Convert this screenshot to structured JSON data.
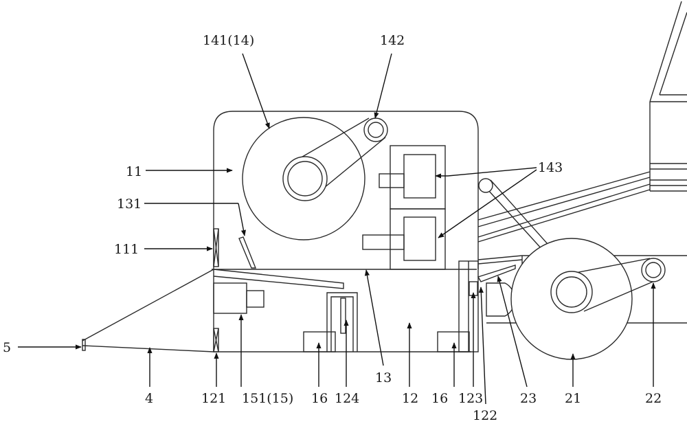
{
  "diagram": {
    "labels": {
      "l_141": "141(14)",
      "l_142": "142",
      "l_11": "11",
      "l_143": "143",
      "l_131": "131",
      "l_111": "111",
      "l_5": "5",
      "l_4": "4",
      "l_121": "121",
      "l_151": "151(15)",
      "l_16a": "16",
      "l_124": "124",
      "l_13": "13",
      "l_12": "12",
      "l_16b": "16",
      "l_123": "123",
      "l_122": "122",
      "l_23": "23",
      "l_21": "21",
      "l_22": "22"
    }
  }
}
